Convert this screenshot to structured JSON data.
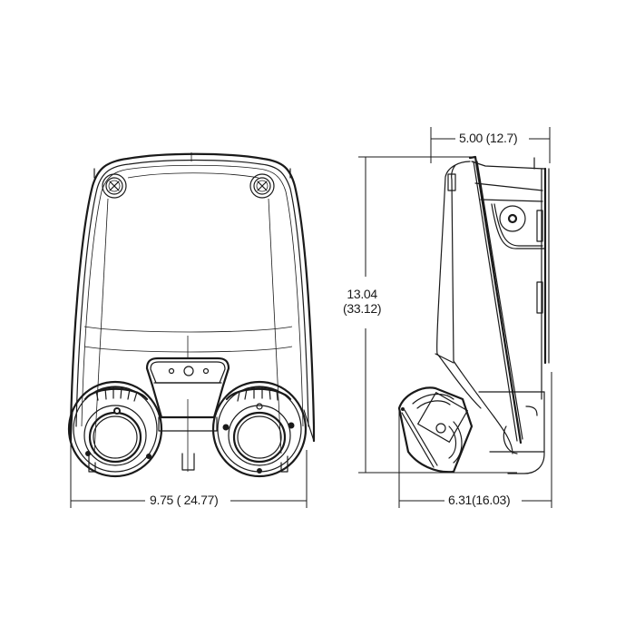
{
  "figure": {
    "description": "Dimensional drawing of twin-head emergency light fixture: front view and side view",
    "line_color": "#1a1a1a",
    "background": "#ffffff"
  },
  "front_view": {
    "label": "front-view",
    "width_dimension": {
      "text": "9.75 ( 24.77)",
      "inches": "9.75",
      "cm": "24.77"
    }
  },
  "side_view": {
    "label": "side-view",
    "depth_top_dimension": {
      "text": "5.00 (12.7)",
      "inches": "5.00",
      "cm": "12.7"
    },
    "depth_bottom_dimension": {
      "text": "6.31(16.03)",
      "inches": "6.31",
      "cm": "16.03"
    },
    "height_dimension": {
      "line1": "13.04",
      "line2": "(33.12)",
      "inches": "13.04",
      "cm": "33.12"
    }
  }
}
